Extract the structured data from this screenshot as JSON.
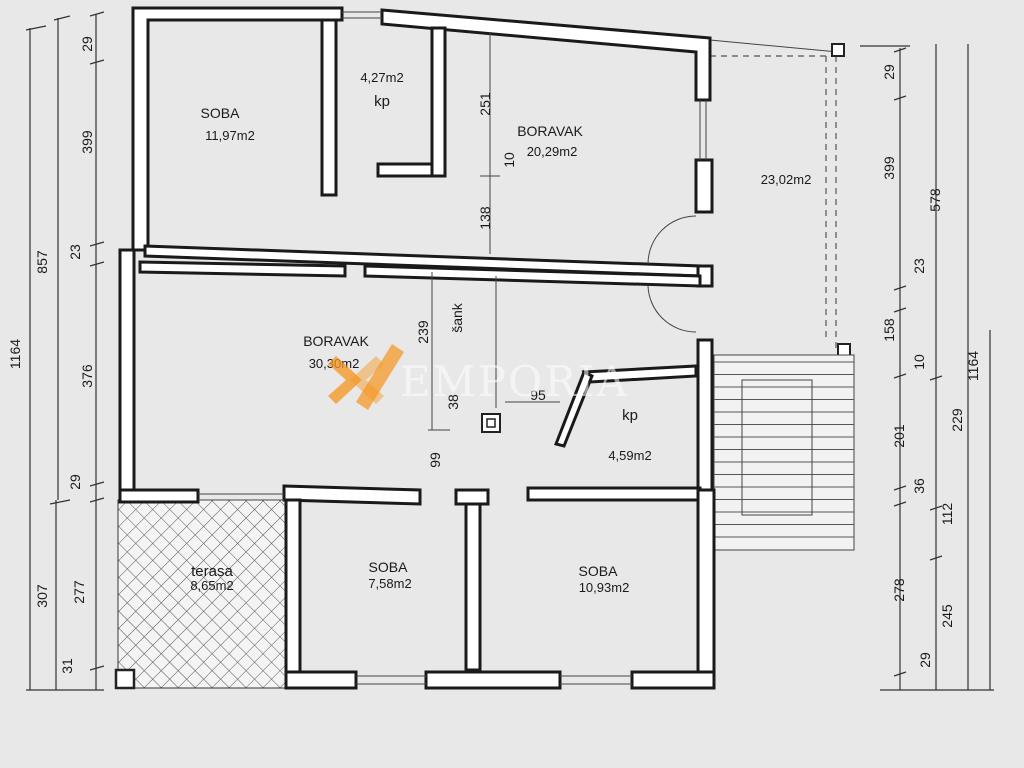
{
  "rooms": {
    "soba_nw": {
      "name": "SOBA",
      "area": "11,97m2"
    },
    "kp_top": {
      "area": "4,27m2",
      "name": "kp"
    },
    "boravak_top": {
      "name": "BORAVAK",
      "area": "20,29m2"
    },
    "covered_terrace": {
      "area": "23,02m2"
    },
    "boravak_main": {
      "name": "BORAVAK",
      "area": "30,30m2"
    },
    "sank": {
      "name": "šank"
    },
    "kp_mid": {
      "name": "kp",
      "area": "4,59m2"
    },
    "terasa": {
      "name": "terasa",
      "area": "8,65m2"
    },
    "soba_s1": {
      "name": "SOBA",
      "area": "7,58m2"
    },
    "soba_s2": {
      "name": "SOBA",
      "area": "10,93m2"
    }
  },
  "inner_dims": {
    "d251": "251",
    "d10a": "10",
    "d138": "138",
    "d239": "239",
    "d38": "38",
    "d95": "95",
    "d99": "99"
  },
  "left_dims": {
    "total": "1164",
    "d857": "857",
    "d307": "307",
    "d29a": "29",
    "d399": "399",
    "d23": "23",
    "d376": "376",
    "d29b": "29",
    "d277": "277",
    "d31": "31"
  },
  "right_dims": {
    "d29a": "29",
    "d399": "399",
    "d23": "23",
    "d158": "158",
    "d10": "10",
    "d201": "201",
    "d36": "36",
    "d278": "278",
    "d29b": "29",
    "d578": "578",
    "d229": "229",
    "d112": "112",
    "d245": "245",
    "total": "1164"
  },
  "watermark": {
    "text": "EMPORIA",
    "brand_color": "#f7941d"
  }
}
